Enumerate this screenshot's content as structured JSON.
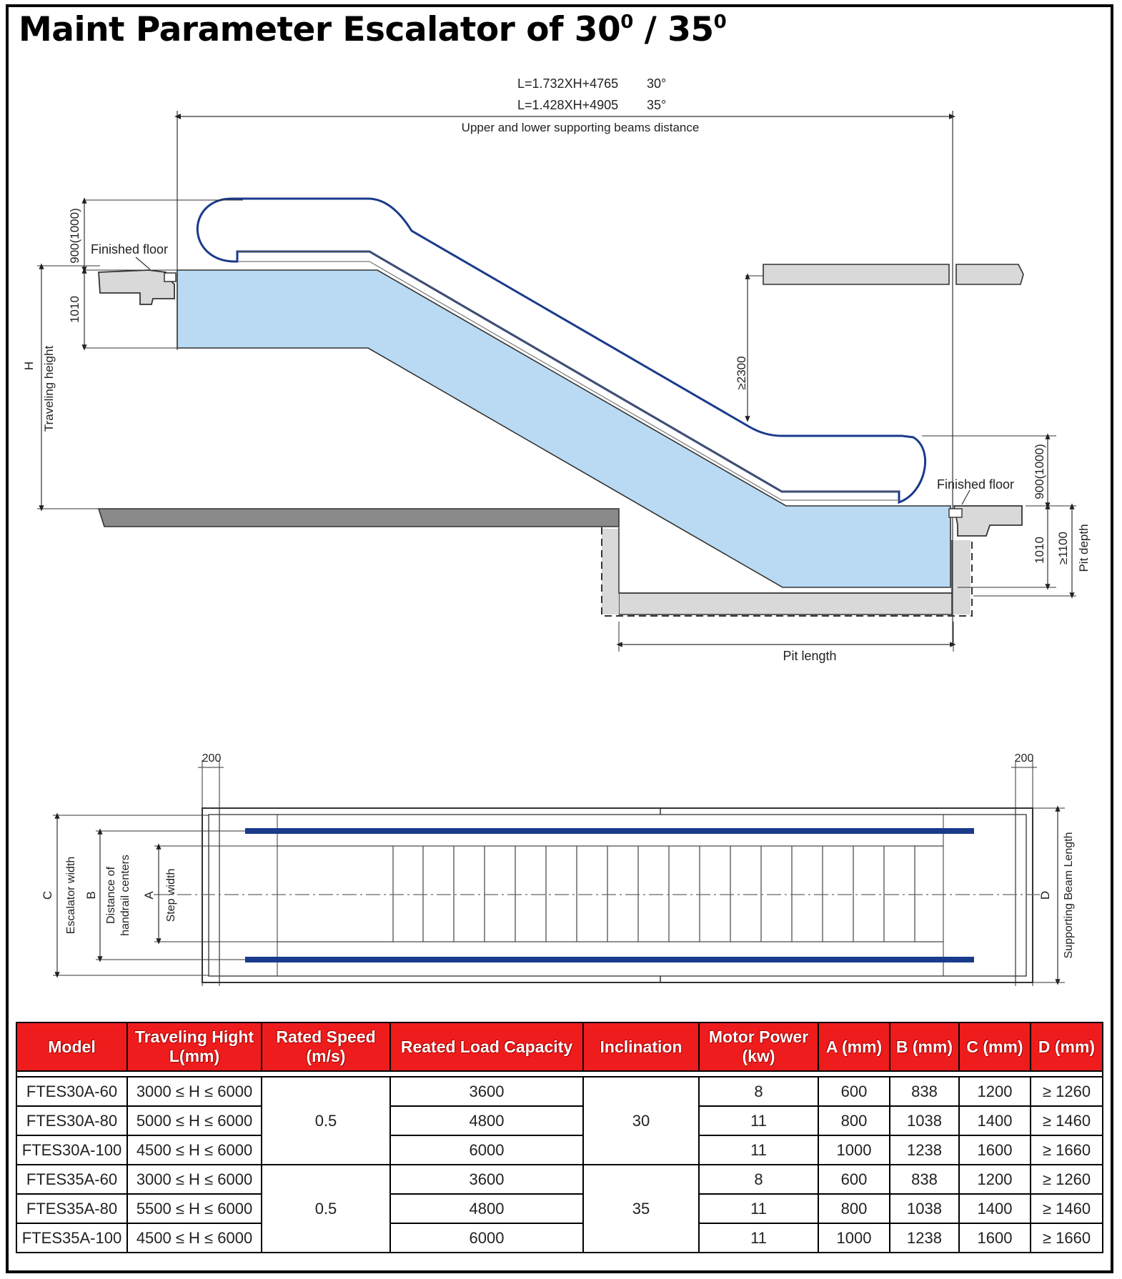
{
  "title": {
    "text": "Maint Parameter Escalator of 30",
    "sup1": "0",
    "sep": " / 35",
    "sup2": "0"
  },
  "side_view": {
    "formula_30": "L=1.732XH+4765",
    "angle_30": "30°",
    "formula_35": "L=1.428XH+4905",
    "angle_35": "35°",
    "beam_distance_label": "Upper and lower supporting beams distance",
    "finished_floor_upper": "Finished floor",
    "finished_floor_lower": "Finished floor",
    "dim_900_upper": "900(1000)",
    "dim_1010_upper": "1010",
    "dim_h": "H",
    "traveling_height": "Traveling height",
    "dim_2300": "≥2300",
    "dim_900_lower": "900(1000)",
    "dim_1010_lower": "1010",
    "dim_1100": "≥1100",
    "pit_depth": "Pit depth",
    "pit_length": "Pit length"
  },
  "plan_view": {
    "dim_200_left": "200",
    "dim_200_right": "200",
    "dim_c": "C",
    "escalator_width": "Escalator width",
    "dim_b": "B",
    "handrail_line1": "Distance of",
    "handrail_line2": "handrail centers",
    "dim_a": "A",
    "step_width": "Step width",
    "dim_d": "D",
    "supporting_beam_length": "Supporting Beam Length"
  },
  "table": {
    "headers": {
      "model": "Model",
      "height_line1": "Traveling Hight",
      "height_line2": "L(mm)",
      "speed_line1": "Rated Speed",
      "speed_line2": "(m/s)",
      "load": "Reated Load Capacity",
      "inclination": "Inclination",
      "power_line1": "Motor Power",
      "power_line2": "(kw)",
      "a": "A (mm)",
      "b": "B (mm)",
      "c": "C (mm)",
      "d": "D (mm)"
    },
    "groups": [
      {
        "speed": "0.5",
        "inclination": "30",
        "rows": [
          {
            "model": "FTES30A-60",
            "height": "3000 ≤ H ≤ 6000",
            "load": "3600",
            "power": "8",
            "a": "600",
            "b": "838",
            "c": "1200",
            "d": "≥ 1260"
          },
          {
            "model": "FTES30A-80",
            "height": "5000 ≤ H ≤ 6000",
            "load": "4800",
            "power": "11",
            "a": "800",
            "b": "1038",
            "c": "1400",
            "d": "≥ 1460"
          },
          {
            "model": "FTES30A-100",
            "height": "4500 ≤ H ≤ 6000",
            "load": "6000",
            "power": "11",
            "a": "1000",
            "b": "1238",
            "c": "1600",
            "d": "≥ 1660"
          }
        ]
      },
      {
        "speed": "0.5",
        "inclination": "35",
        "rows": [
          {
            "model": "FTES35A-60",
            "height": "3000 ≤ H ≤ 6000",
            "load": "3600",
            "power": "8",
            "a": "600",
            "b": "838",
            "c": "1200",
            "d": "≥ 1260"
          },
          {
            "model": "FTES35A-80",
            "height": "5500 ≤ H ≤ 6000",
            "load": "4800",
            "power": "11",
            "a": "800",
            "b": "1038",
            "c": "1400",
            "d": "≥ 1460"
          },
          {
            "model": "FTES35A-100",
            "height": "4500 ≤ H ≤ 6000",
            "load": "6000",
            "power": "11",
            "a": "1000",
            "b": "1238",
            "c": "1600",
            "d": "≥ 1660"
          }
        ]
      }
    ]
  },
  "colors": {
    "truss_fill": "#b9daf2",
    "handrail": "#1a3a8c",
    "header_red": "#ee1c1c",
    "floor_gray": "#d9d9d9"
  }
}
